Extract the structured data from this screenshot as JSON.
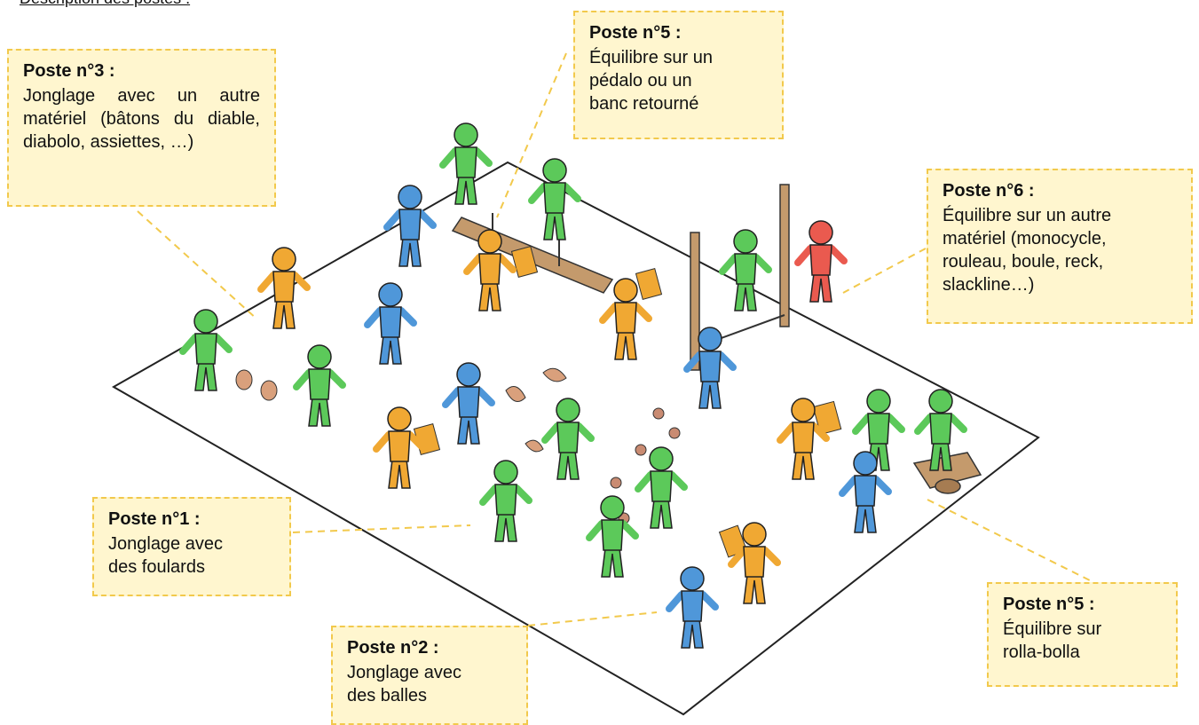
{
  "header": "Description des postes :",
  "stations": [
    {
      "id": "p3",
      "title": "Poste n°3 :",
      "text": "Jonglage avec un autre matériel (bâtons du diable, diabolo, assiettes, …)"
    },
    {
      "id": "p5a",
      "title": "Poste n°5 :",
      "text": "Équilibre sur un\npédalo ou un\nbanc retourné"
    },
    {
      "id": "p6",
      "title": "Poste n°6 :",
      "text": "Équilibre sur un autre\nmatériel (monocycle,\nrouleau, boule, reck,\nslackline…)"
    },
    {
      "id": "p1",
      "title": "Poste n°1 :",
      "text": "Jonglage avec\ndes foulards"
    },
    {
      "id": "p2",
      "title": "Poste n°2 :",
      "text": "Jonglage avec\ndes balles"
    },
    {
      "id": "p5b",
      "title": "Poste n°5 :",
      "text": "Équilibre sur\nrolla-bolla"
    }
  ],
  "colors": {
    "box_fill": "#fff6cf",
    "box_border": "#f2c94c",
    "green": "#5cc95a",
    "blue": "#4f97d9",
    "orange": "#f0a833",
    "red": "#ea5a4f",
    "floor_line": "#222222",
    "prop": "#c49a6c"
  }
}
